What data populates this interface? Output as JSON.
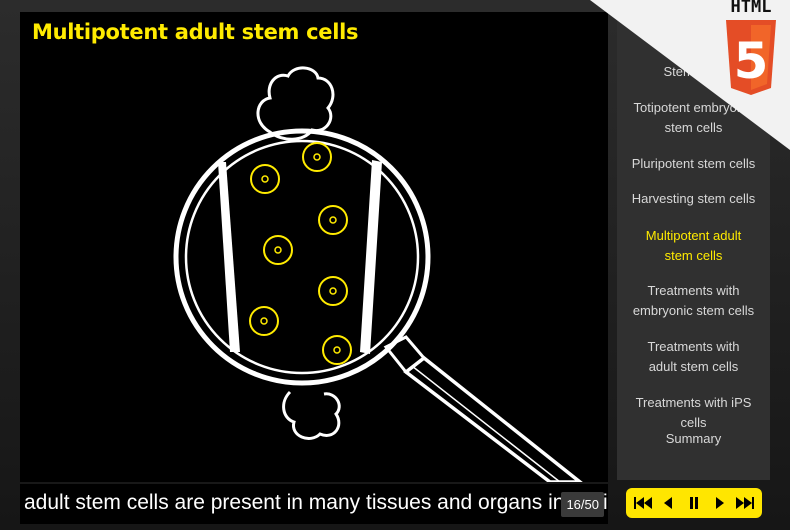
{
  "slide": {
    "title": "Multipotent adult stem cells",
    "caption": "adult stem cells are present in many tissues and organs includin",
    "page_counter": "16/50"
  },
  "menu": {
    "items": [
      {
        "label": "Stem cells",
        "active": false
      },
      {
        "label": "Totipotent embryonic stem cells",
        "active": false
      },
      {
        "label": "Pluripotent stem cells",
        "active": false
      },
      {
        "label": "Harvesting stem cells",
        "active": false
      },
      {
        "label": "Multipotent adult stem cells",
        "active": true
      },
      {
        "label": "Treatments with embryonic stem cells",
        "active": false
      },
      {
        "label": "Treatments with adult stem cells",
        "active": false
      },
      {
        "label": "Treatments with iPS cells",
        "active": false
      },
      {
        "label": "Summary",
        "active": false
      }
    ]
  },
  "controls": {
    "icons": [
      "skip-first-icon",
      "step-back-icon",
      "pause-icon",
      "step-forward-icon",
      "skip-last-icon"
    ]
  },
  "badge": {
    "text": "HTML",
    "numeral": "5"
  },
  "colors": {
    "accent": "#ffeb00",
    "stage_bg": "#000000",
    "sidebar_bg": "#303030",
    "html5_orange": "#e44d26"
  }
}
